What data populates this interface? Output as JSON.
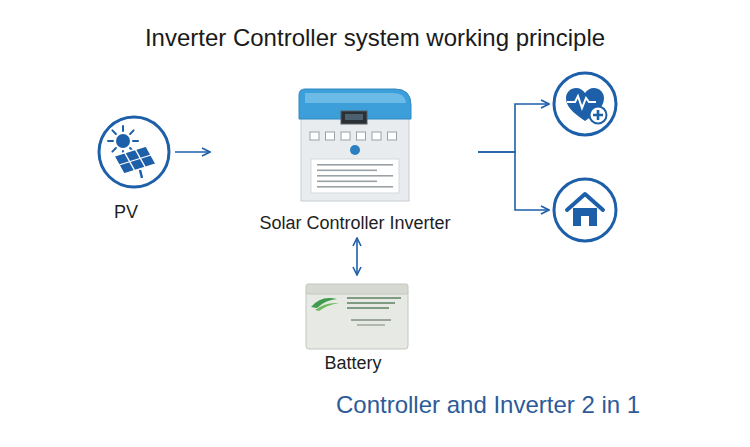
{
  "diagram": {
    "title": "Inverter Controller system working principle",
    "caption": "Controller and Inverter 2 in 1",
    "nodes": [
      {
        "text": [
          "PV"
        ]
      },
      {
        "text": [
          "Solar Controller Inverter"
        ]
      },
      {
        "text": [
          "Battery"
        ]
      },
      {
        "text": []
      },
      {
        "text": []
      }
    ],
    "edges": [
      {
        "from": 0,
        "to": 1,
        "arrow": "to"
      },
      {
        "from": 1,
        "to": 2,
        "arrow": "both"
      },
      {
        "from": 1,
        "to": 3,
        "arrow": "to"
      },
      {
        "from": 1,
        "to": 4,
        "arrow": "to"
      }
    ]
  }
}
